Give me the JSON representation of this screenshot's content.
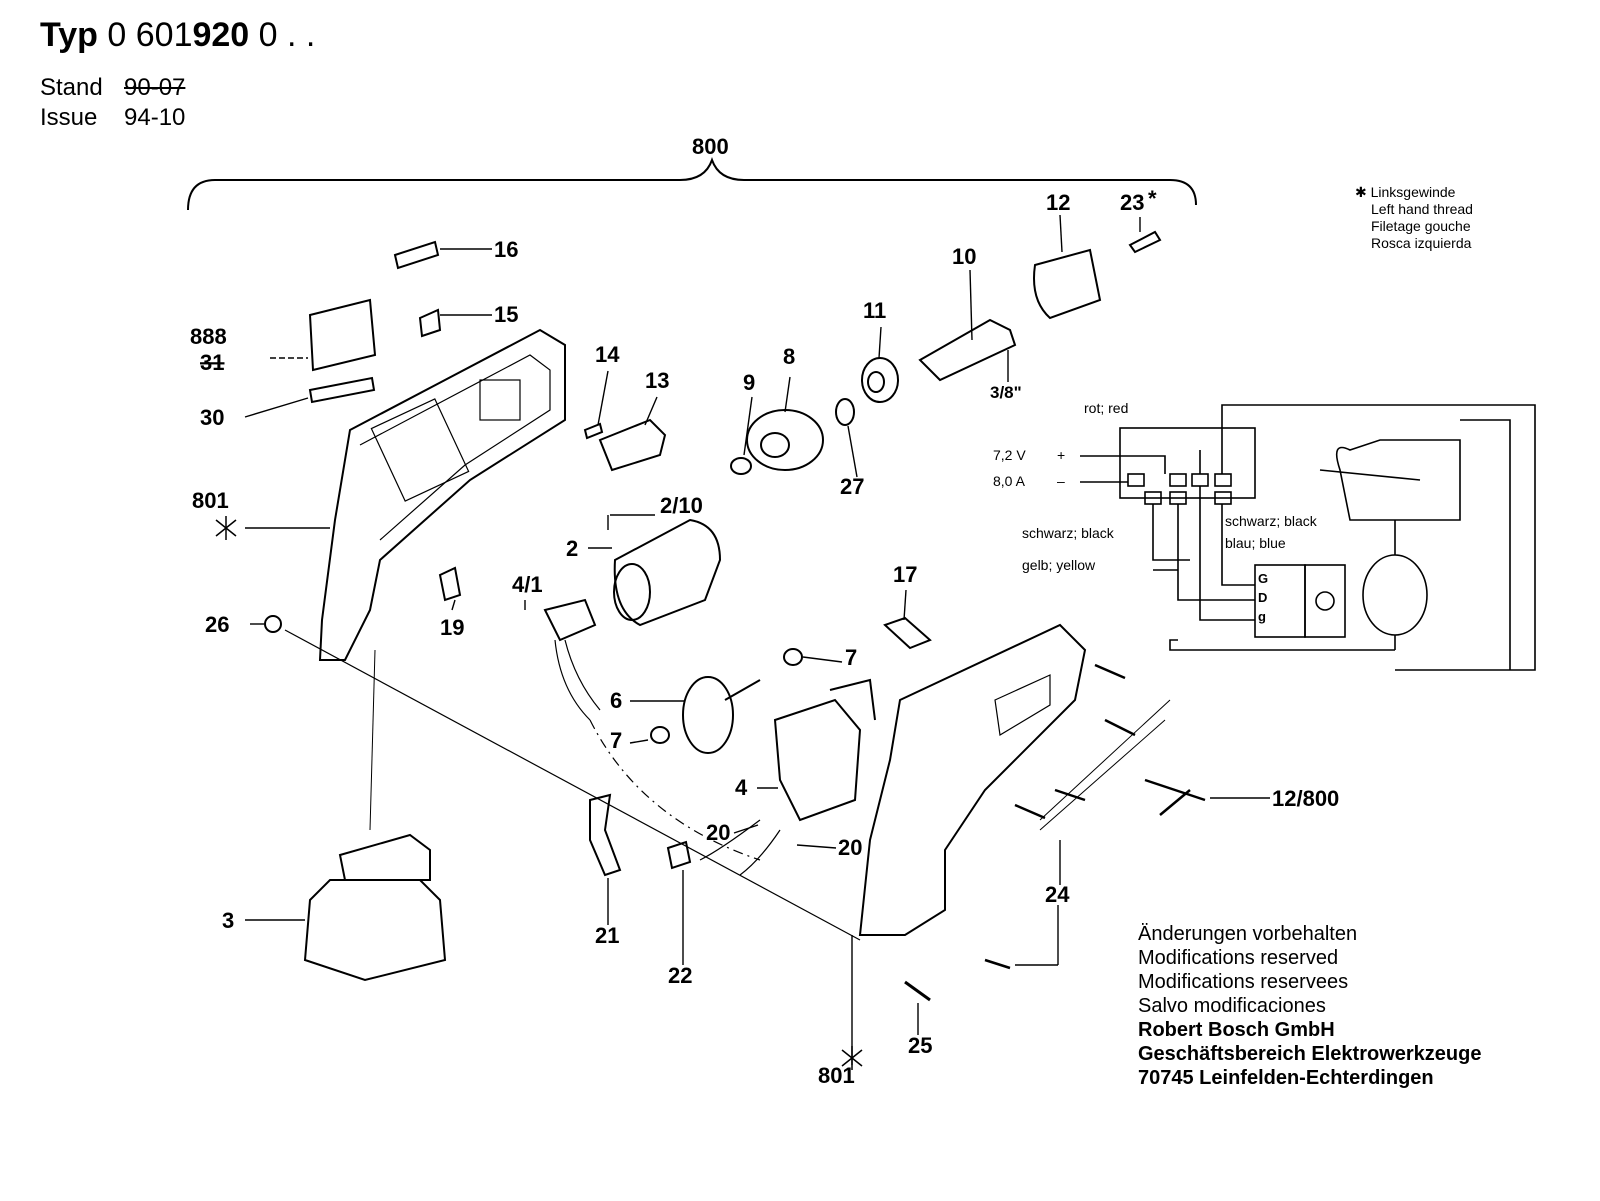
{
  "header": {
    "typ_label": "Typ",
    "typ_part1": "0 601",
    "typ_part2": "920",
    "typ_part3": "0 . .",
    "stand_label": "Stand",
    "stand_value": "90-07",
    "issue_label": "Issue",
    "issue_value": "94-10"
  },
  "note": {
    "star": "✱",
    "lines": [
      "Linksgewinde",
      "Left hand thread",
      "Filetage gouche",
      "Rosca izquierda"
    ]
  },
  "parts": {
    "p800": "800",
    "p16": "16",
    "p15": "15",
    "p888": "888",
    "p31": "31",
    "p30": "30",
    "p801a": "801",
    "p26": "26",
    "p14": "14",
    "p13": "13",
    "p9": "9",
    "p8": "8",
    "p27": "27",
    "p11": "11",
    "p10": "10",
    "p12": "12",
    "p23": "23",
    "p23star": "*",
    "p38": "3/8\"",
    "p2_10": "2/10",
    "p2": "2",
    "p4_1": "4/1",
    "p19": "19",
    "p6": "6",
    "p7a": "7",
    "p7b": "7",
    "p4": "4",
    "p20a": "20",
    "p20b": "20",
    "p17": "17",
    "p12_800": "12/800",
    "p24": "24",
    "p3": "3",
    "p21": "21",
    "p22": "22",
    "p25": "25",
    "p801b": "801"
  },
  "wiring": {
    "rot_red": "rot; red",
    "voltage": "7,2 V",
    "plus": "+",
    "current": "8,0 A",
    "minus": "–",
    "schwarz_left": "schwarz; black",
    "schwarz_right": "schwarz; black",
    "blau": "blau; blue",
    "gelb": "gelb; yellow",
    "pin_g1": "G",
    "pin_d": "D",
    "pin_g2": "g"
  },
  "footer": {
    "lines": [
      "Änderungen vorbehalten",
      "Modifications reserved",
      "Modifications reservees",
      "Salvo modificaciones"
    ],
    "company_lines": [
      "Robert Bosch GmbH",
      "Geschäftsbereich Elektrowerkzeuge",
      "70745 Leinfelden-Echterdingen"
    ]
  }
}
